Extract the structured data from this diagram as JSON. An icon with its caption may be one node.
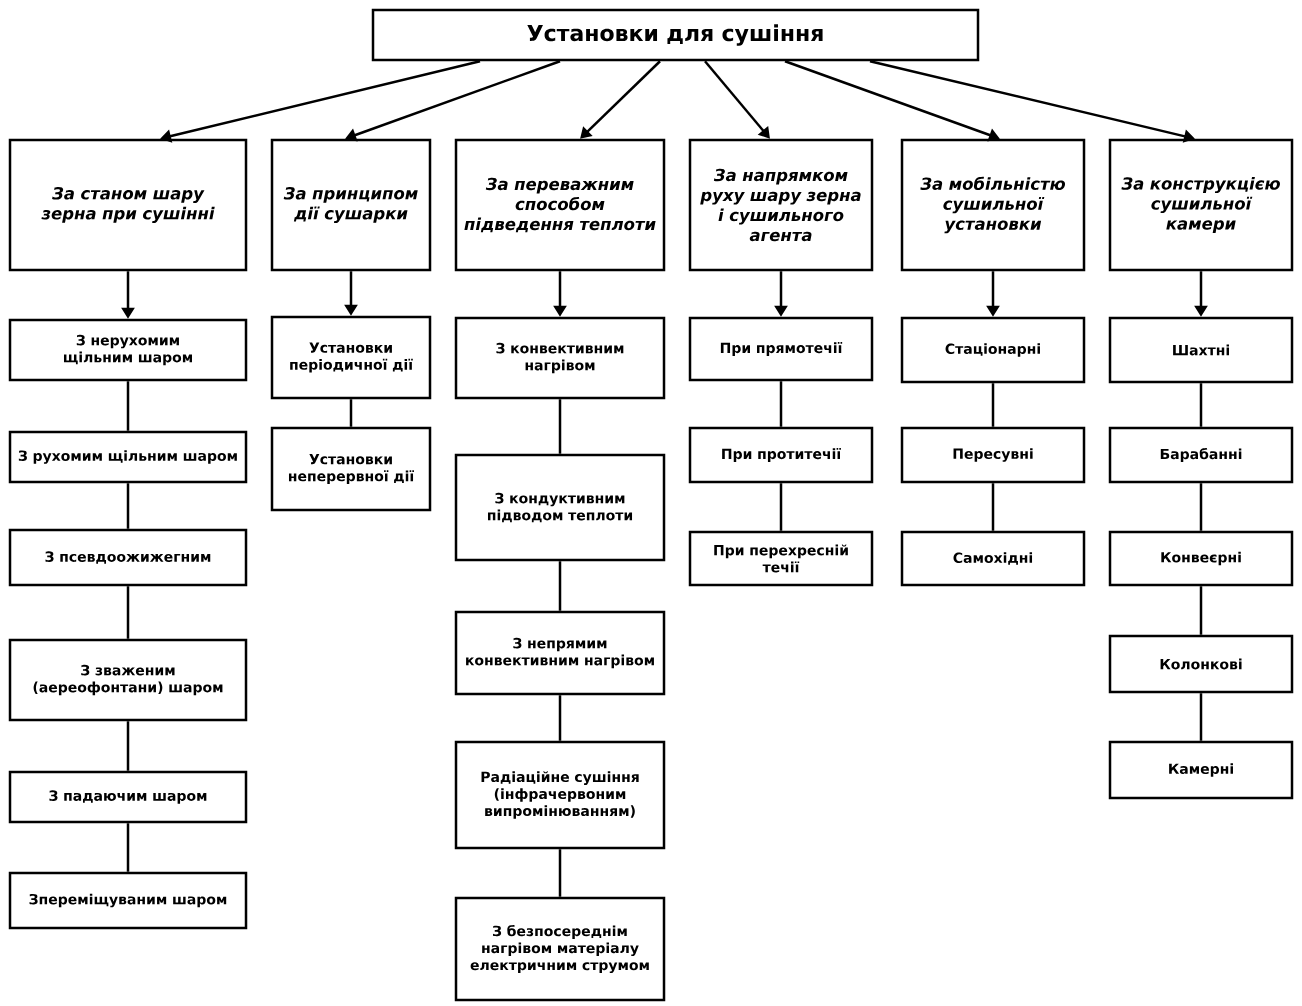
{
  "diagram": {
    "nodes": [
      {
        "text": [
          "Установки для сушіння"
        ]
      },
      {
        "text": [
          "За станом шару зерна при сушінні"
        ]
      },
      {
        "text": [
          "За принципом дії сушарки"
        ]
      },
      {
        "text": [
          "За переважним способом підведення теплоти"
        ]
      },
      {
        "text": [
          "За напрямком руху шару зерна і сушильного агента"
        ]
      },
      {
        "text": [
          "За мобільністю сушильної установки"
        ]
      },
      {
        "text": [
          "За конструкцією сушильної камери"
        ]
      },
      {
        "text": [
          "З нерухомим щільним шаром"
        ]
      },
      {
        "text": [
          "З рухомим щільним шаром"
        ]
      },
      {
        "text": [
          "З псевдоожижегним"
        ]
      },
      {
        "text": [
          "З зваженим (аереофонтани) шаром"
        ]
      },
      {
        "text": [
          "З падаючим шаром"
        ]
      },
      {
        "text": [
          "Зпереміщуваним шаром"
        ]
      },
      {
        "text": [
          "Установки періодичної дії"
        ]
      },
      {
        "text": [
          "Установки неперервної дії"
        ]
      },
      {
        "text": [
          "З конвективним нагрівом"
        ]
      },
      {
        "text": [
          "З кондуктивним підводом теплоти"
        ]
      },
      {
        "text": [
          "З непрямим конвективним нагрівом"
        ]
      },
      {
        "text": [
          "Радіаційне сушіння (інфрачервоним випромінюванням)"
        ]
      },
      {
        "text": [
          "З безпосереднім нагрівом матеріалу електричним струмом"
        ]
      },
      {
        "text": [
          "При прямотечії"
        ]
      },
      {
        "text": [
          "При протитечії"
        ]
      },
      {
        "text": [
          "При перехресній течії"
        ]
      },
      {
        "text": [
          "Стаціонарні"
        ]
      },
      {
        "text": [
          "Пересувні"
        ]
      },
      {
        "text": [
          "Самохідні"
        ]
      },
      {
        "text": [
          "Шахтні"
        ]
      },
      {
        "text": [
          "Барабанні"
        ]
      },
      {
        "text": [
          "Конвеєрні"
        ]
      },
      {
        "text": [
          "Колонкові"
        ]
      },
      {
        "text": [
          "Камерні"
        ]
      }
    ],
    "edges": [
      {
        "from": 0,
        "to": 1,
        "arrow": "to"
      },
      {
        "from": 0,
        "to": 2,
        "arrow": "to"
      },
      {
        "from": 0,
        "to": 3,
        "arrow": "to"
      },
      {
        "from": 0,
        "to": 4,
        "arrow": "to"
      },
      {
        "from": 0,
        "to": 5,
        "arrow": "to"
      },
      {
        "from": 0,
        "to": 6,
        "arrow": "to"
      },
      {
        "from": 1,
        "to": 7,
        "arrow": "to"
      },
      {
        "from": 7,
        "to": 8,
        "arrow": "none"
      },
      {
        "from": 8,
        "to": 9,
        "arrow": "none"
      },
      {
        "from": 9,
        "to": 10,
        "arrow": "none"
      },
      {
        "from": 10,
        "to": 11,
        "arrow": "none"
      },
      {
        "from": 11,
        "to": 12,
        "arrow": "none"
      },
      {
        "from": 2,
        "to": 13,
        "arrow": "to"
      },
      {
        "from": 13,
        "to": 14,
        "arrow": "none"
      },
      {
        "from": 3,
        "to": 15,
        "arrow": "to"
      },
      {
        "from": 15,
        "to": 16,
        "arrow": "none"
      },
      {
        "from": 16,
        "to": 17,
        "arrow": "none"
      },
      {
        "from": 17,
        "to": 18,
        "arrow": "none"
      },
      {
        "from": 18,
        "to": 19,
        "arrow": "none"
      },
      {
        "from": 4,
        "to": 20,
        "arrow": "to"
      },
      {
        "from": 20,
        "to": 21,
        "arrow": "none"
      },
      {
        "from": 21,
        "to": 22,
        "arrow": "none"
      },
      {
        "from": 5,
        "to": 23,
        "arrow": "to"
      },
      {
        "from": 23,
        "to": 24,
        "arrow": "none"
      },
      {
        "from": 24,
        "to": 25,
        "arrow": "none"
      },
      {
        "from": 6,
        "to": 26,
        "arrow": "to"
      },
      {
        "from": 26,
        "to": 27,
        "arrow": "none"
      },
      {
        "from": 27,
        "to": 28,
        "arrow": "none"
      },
      {
        "from": 28,
        "to": 29,
        "arrow": "none"
      },
      {
        "from": 29,
        "to": 30,
        "arrow": "none"
      }
    ]
  }
}
